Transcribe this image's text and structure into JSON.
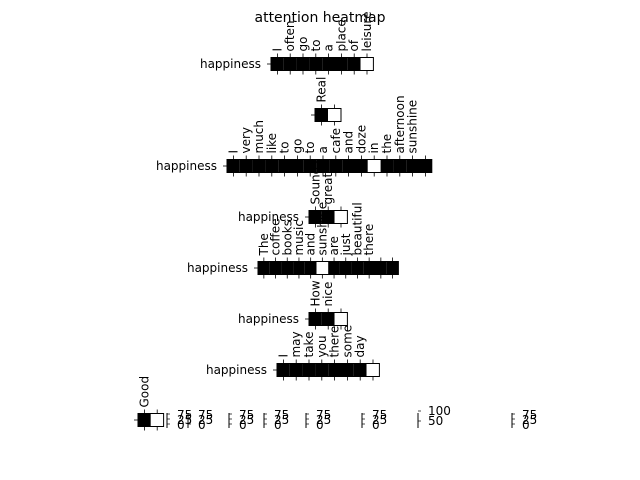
{
  "chart_data": {
    "type": "heatmap",
    "title": "attention heatmap",
    "colors": {
      "high": "#000000",
      "low": "#ffffff"
    },
    "rows": [
      {
        "label": "happiness",
        "tokens": [
          "I",
          "often",
          "go",
          "to",
          "a",
          "place",
          "of",
          "leisure"
        ],
        "values": [
          1,
          1,
          1,
          1,
          1,
          1,
          1,
          0
        ]
      },
      {
        "label": "",
        "tokens": [
          "Real",
          ""
        ],
        "values": [
          1,
          0
        ]
      },
      {
        "label": "happiness",
        "tokens": [
          "I",
          "very",
          "much",
          "like",
          "to",
          "go",
          "to",
          "a",
          "cafe",
          "and",
          "doze",
          "in",
          "the",
          "afternoon",
          "sunshine",
          ""
        ],
        "values": [
          1,
          1,
          1,
          1,
          1,
          1,
          1,
          1,
          1,
          1,
          1,
          0,
          1,
          1,
          1,
          1
        ]
      },
      {
        "label": "happiness",
        "tokens": [
          "Sounds",
          "great",
          ""
        ],
        "values": [
          1,
          1,
          0
        ]
      },
      {
        "label": "happiness",
        "tokens": [
          "The",
          "coffee",
          "books",
          "music",
          "and",
          "sunshine",
          "are",
          "just",
          "beautiful",
          "there",
          "",
          ""
        ],
        "values": [
          1,
          1,
          1,
          1,
          1,
          0,
          1,
          1,
          1,
          1,
          1,
          1
        ]
      },
      {
        "label": "happiness",
        "tokens": [
          "How",
          "nice",
          ""
        ],
        "values": [
          1,
          1,
          0
        ]
      },
      {
        "label": "happiness",
        "tokens": [
          "I",
          "may",
          "take",
          "you",
          "there",
          "some",
          "day",
          ""
        ],
        "values": [
          1,
          1,
          1,
          1,
          1,
          1,
          1,
          0
        ]
      },
      {
        "label": "",
        "tokens": [
          "Good",
          ""
        ],
        "values": [
          1,
          0
        ]
      }
    ],
    "colorbars": [
      {
        "ticks": [
          "75",
          "25",
          "0"
        ]
      },
      {
        "ticks": [
          "75",
          "25",
          "0"
        ]
      },
      {
        "ticks": [
          "75",
          "25",
          "0"
        ]
      },
      {
        "ticks": [
          "75",
          "25",
          "0"
        ]
      },
      {
        "ticks": [
          "75",
          "25",
          "0"
        ]
      },
      {
        "ticks": [
          "75",
          "25",
          "0"
        ]
      },
      {
        "ticks": [
          "100",
          "50"
        ]
      },
      {
        "ticks": [
          "75",
          "25",
          "0"
        ]
      }
    ]
  }
}
